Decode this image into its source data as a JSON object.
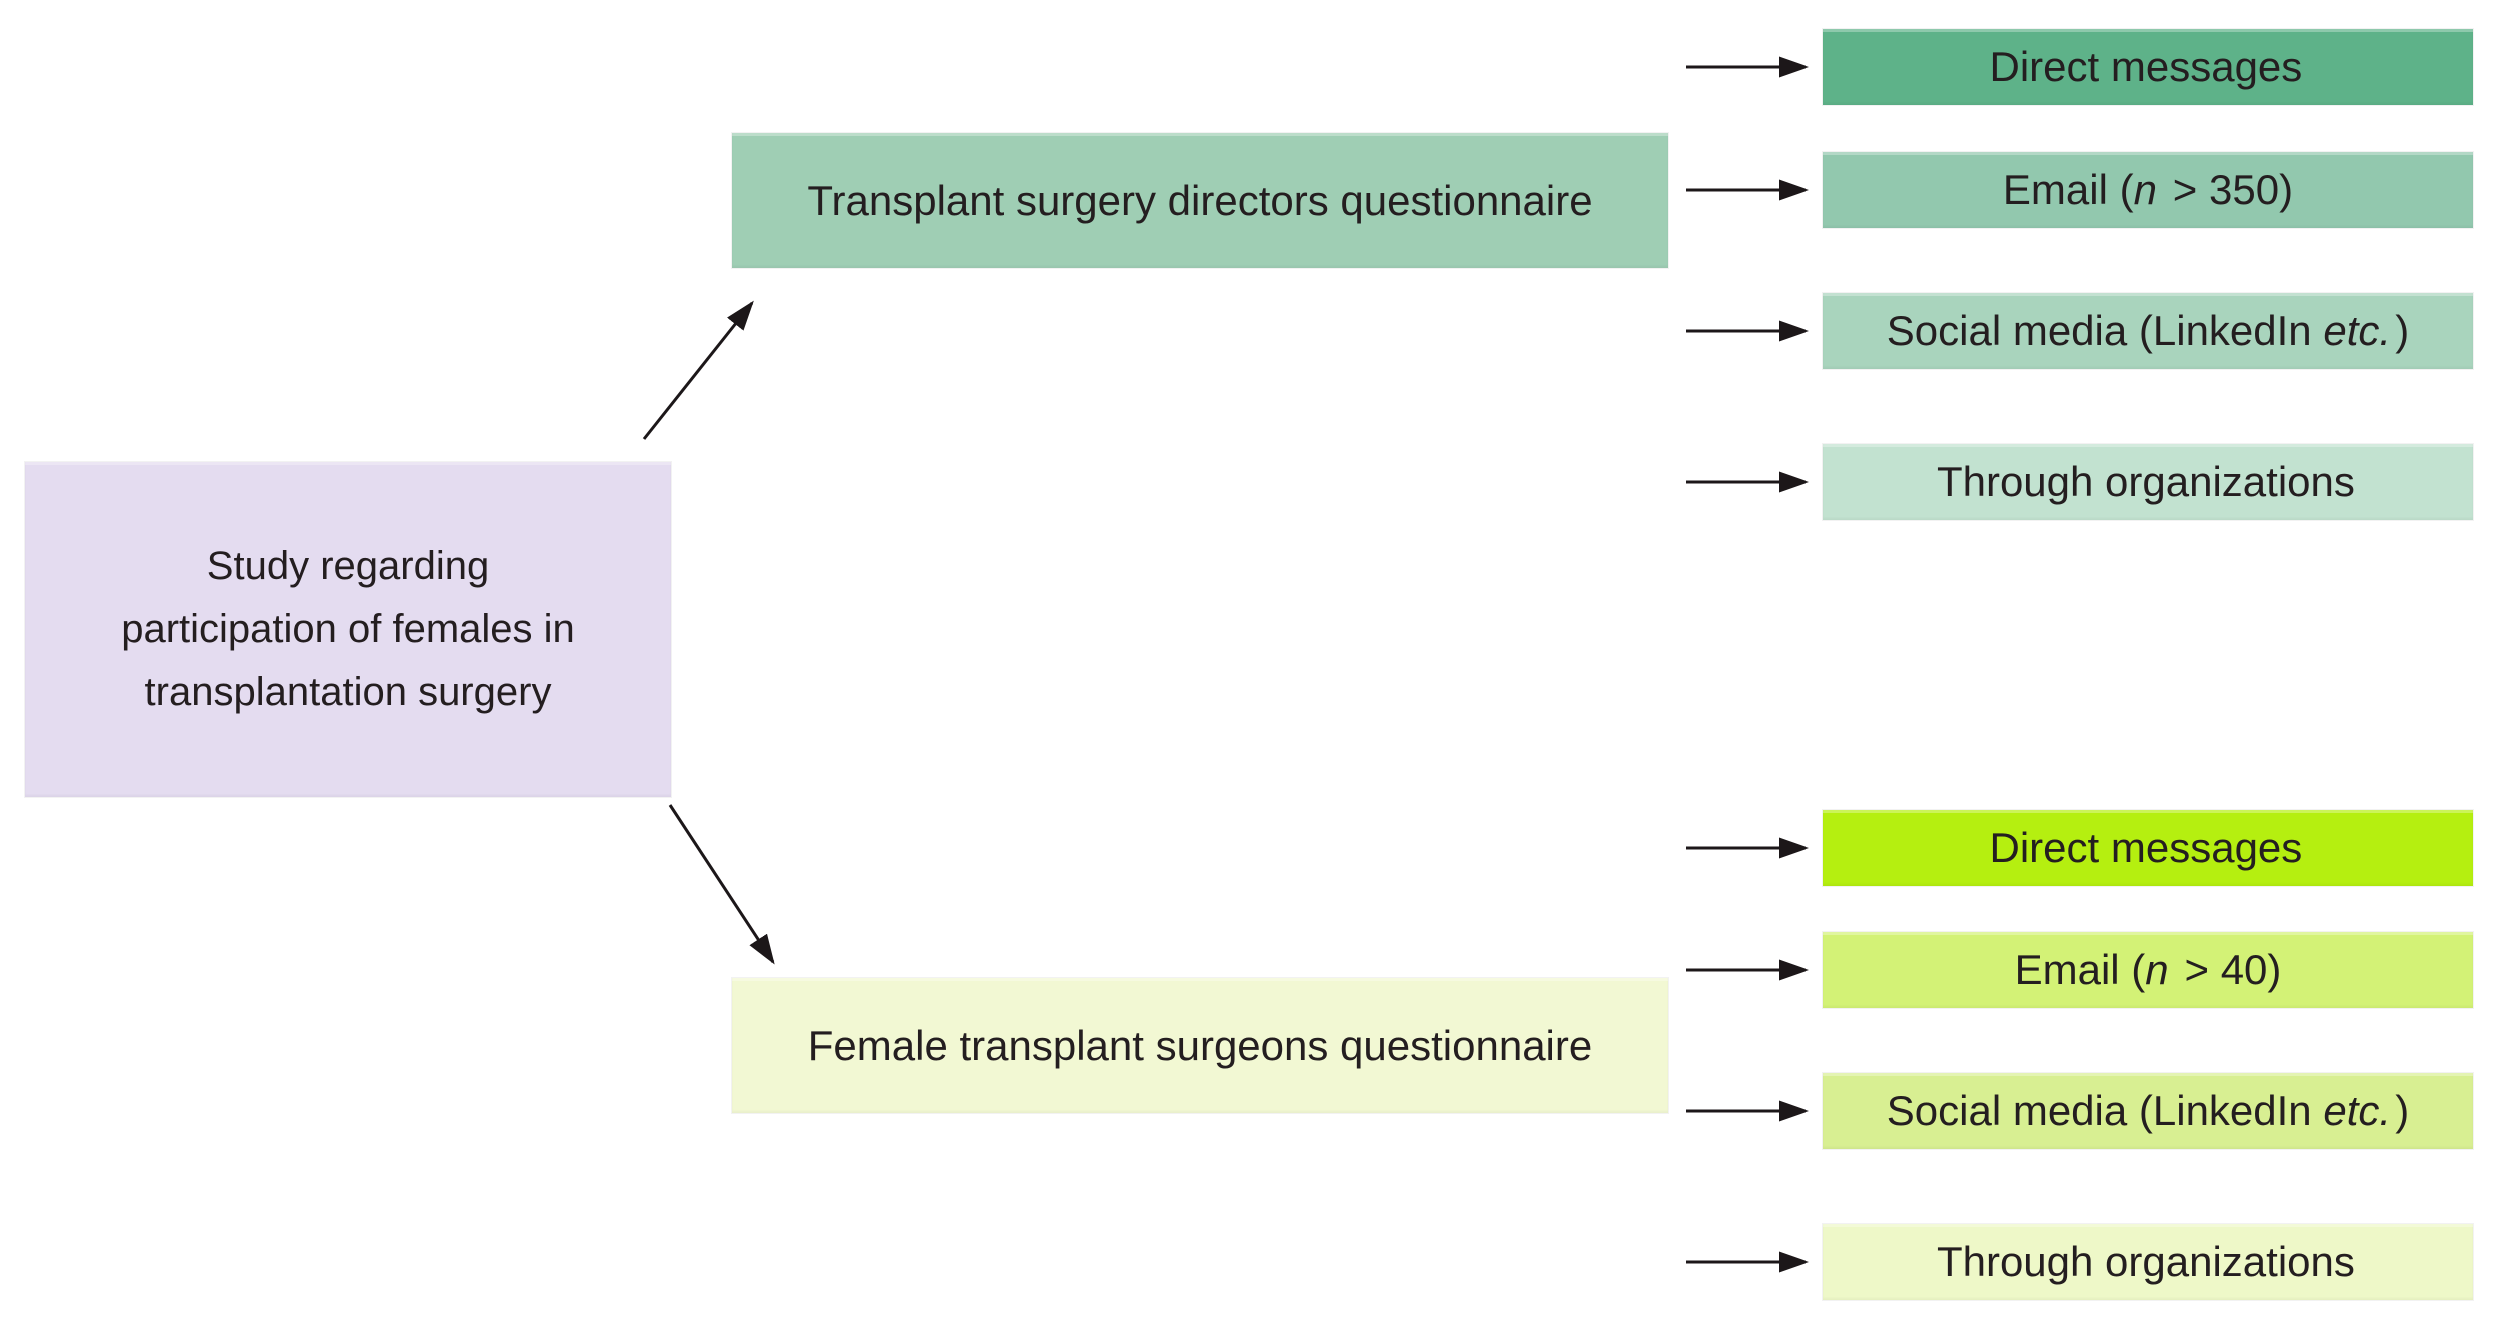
{
  "root": {
    "lines": [
      "Study regarding",
      "participation of females in",
      "transplantation surgery"
    ],
    "color": "#e4dcf0"
  },
  "branches": {
    "directors": {
      "label": "Transplant surgery directors questionnaire",
      "color": "#9fceb4",
      "channels": [
        {
          "pre": "Direct messages",
          "it": "",
          "post": "",
          "color": "#5eb289"
        },
        {
          "pre": "Email (",
          "it": "n",
          "post": " > 350)",
          "color": "#92c8ae"
        },
        {
          "pre": "Social media (LinkedIn ",
          "it": "etc.",
          "post": ")",
          "color": "#a9d4bd"
        },
        {
          "pre": "Through organizations",
          "it": "",
          "post": "",
          "color": "#c2e2d0"
        }
      ]
    },
    "surgeons": {
      "label": "Female transplant surgeons questionnaire",
      "color": "#f2f8d3",
      "channels": [
        {
          "pre": "Direct messages",
          "it": "",
          "post": "",
          "color": "#b5ef10"
        },
        {
          "pre": "Email (",
          "it": "n",
          "post": " > 40)",
          "color": "#d3f276"
        },
        {
          "pre": "Social media (LinkedIn ",
          "it": "etc.",
          "post": ")",
          "color": "#d8ef92"
        },
        {
          "pre": "Through organizations",
          "it": "",
          "post": "",
          "color": "#eef8c8"
        }
      ]
    }
  },
  "arrow_color": "#1c1719"
}
